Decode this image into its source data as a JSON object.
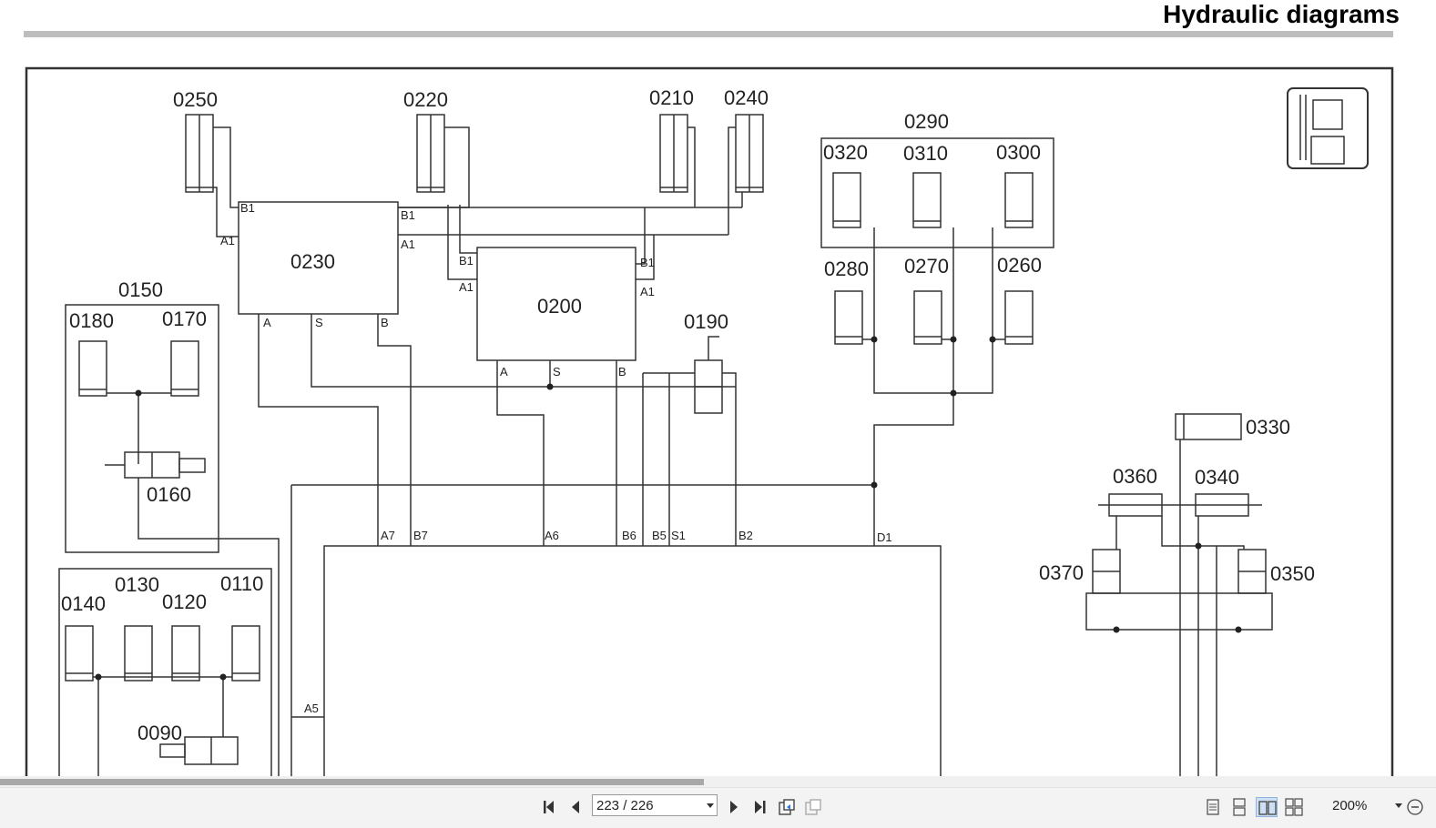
{
  "header": {
    "title": "Hydraulic diagrams"
  },
  "diagram": {
    "components": {
      "c0250": "0250",
      "c0220": "0220",
      "c0210": "0210",
      "c0240": "0240",
      "c0290": "0290",
      "c0320": "0320",
      "c0310": "0310",
      "c0300": "0300",
      "c0230": "0230",
      "c0200": "0200",
      "c0150": "0150",
      "c0180": "0180",
      "c0170": "0170",
      "c0160": "0160",
      "c0190": "0190",
      "c0280": "0280",
      "c0270": "0270",
      "c0260": "0260",
      "c0330": "0330",
      "c0360": "0360",
      "c0340": "0340",
      "c0370": "0370",
      "c0350": "0350",
      "c0130": "0130",
      "c0110": "0110",
      "c0140": "0140",
      "c0120": "0120",
      "c0090": "0090"
    },
    "ports": {
      "b1_230": "B1",
      "a1_230_left": "A1",
      "b1_230_right": "B1",
      "a1_230_right": "A1",
      "a_230": "A",
      "s_230": "S",
      "b_230": "B",
      "b1_200_left": "B1",
      "a1_200_left": "A1",
      "b1_200_right": "B1",
      "a1_200_right": "A1",
      "a_200": "A",
      "s_200": "S",
      "b_200": "B",
      "a7": "A7",
      "b7": "B7",
      "a6": "A6",
      "b6": "B6",
      "b5": "B5",
      "s1": "S1",
      "b2": "B2",
      "d1": "D1",
      "a5": "A5"
    }
  },
  "toolbar": {
    "page_value": "223 / 226",
    "zoom": "200%",
    "first_page_icon": "first-page-icon",
    "prev_page_icon": "previous-page-icon",
    "next_page_icon": "next-page-icon",
    "last_page_icon": "last-page-icon"
  }
}
